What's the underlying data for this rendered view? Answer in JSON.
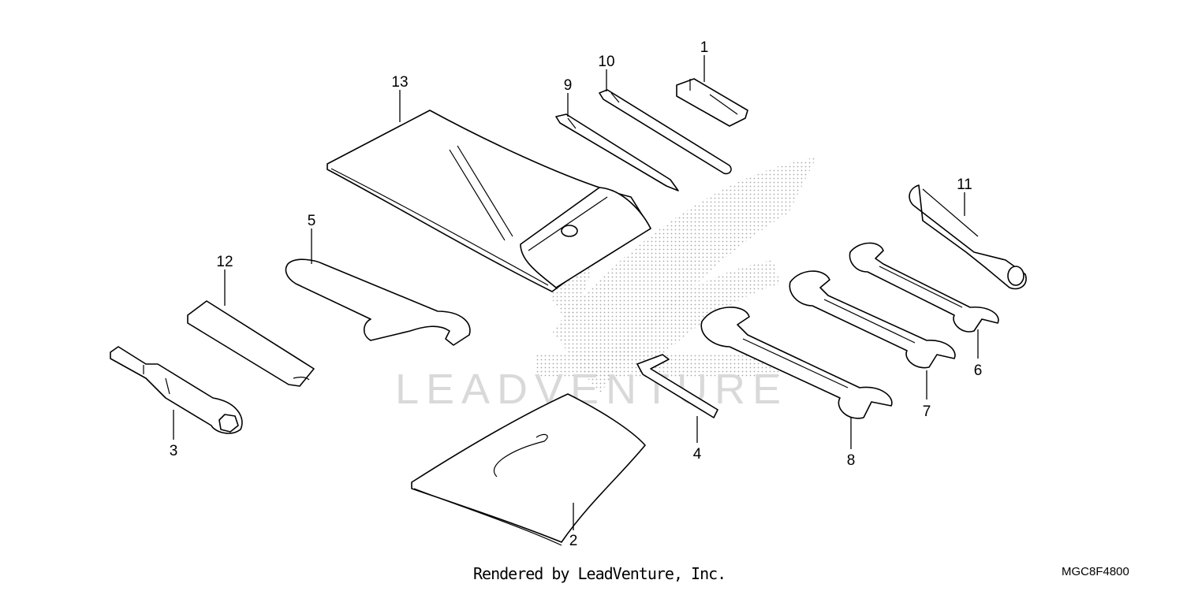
{
  "callouts": [
    "1",
    "2",
    "3",
    "4",
    "5",
    "6",
    "7",
    "8",
    "9",
    "10",
    "11",
    "12",
    "13"
  ],
  "watermark": "LEADVENTURE",
  "footer": {
    "credit": "Rendered by LeadVenture, Inc.",
    "code": "MGC8F4800"
  }
}
